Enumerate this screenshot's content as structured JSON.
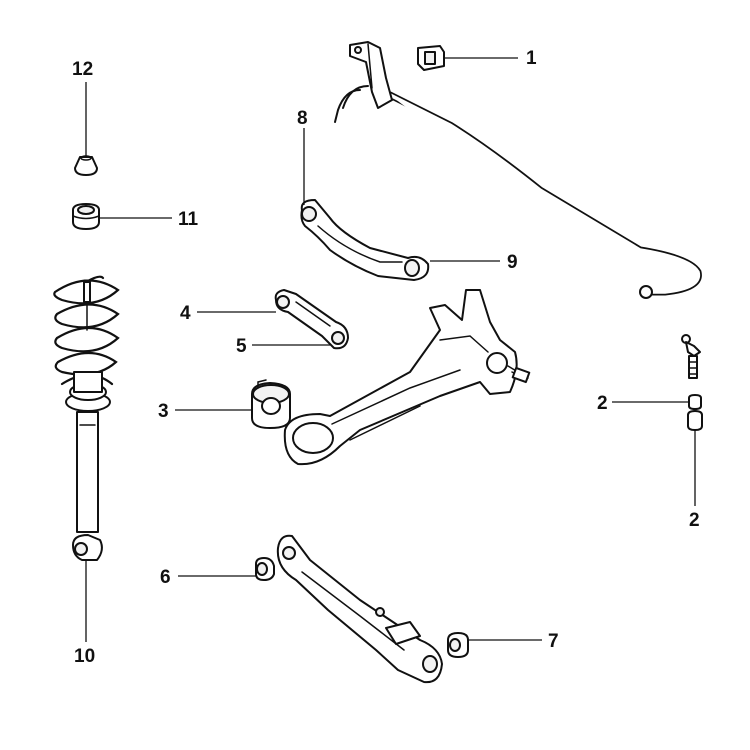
{
  "diagram": {
    "colors": {
      "line": "#111111",
      "background": "#ffffff"
    },
    "callouts": [
      {
        "id": "c1",
        "label": "1"
      },
      {
        "id": "c2a",
        "label": "2"
      },
      {
        "id": "c2b",
        "label": "2"
      },
      {
        "id": "c3",
        "label": "3"
      },
      {
        "id": "c4",
        "label": "4"
      },
      {
        "id": "c5",
        "label": "5"
      },
      {
        "id": "c6",
        "label": "6"
      },
      {
        "id": "c7",
        "label": "7"
      },
      {
        "id": "c8",
        "label": "8"
      },
      {
        "id": "c9",
        "label": "9"
      },
      {
        "id": "c10",
        "label": "10"
      },
      {
        "id": "c11",
        "label": "11"
      },
      {
        "id": "c12",
        "label": "12"
      }
    ]
  }
}
